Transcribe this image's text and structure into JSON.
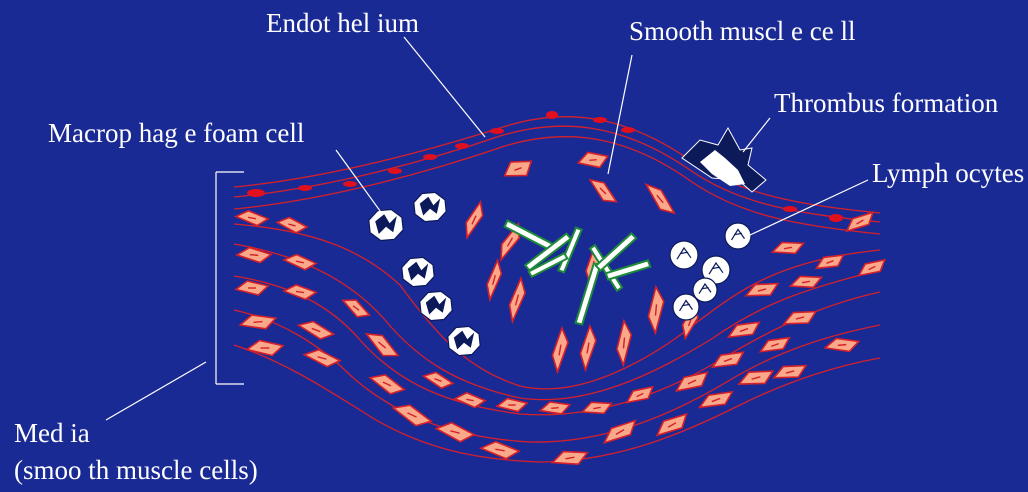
{
  "labels": {
    "endothelium": "Endot hel ium",
    "smooth_muscle_cell": "Smooth muscl e ce ll",
    "thrombus_formation": "Thrombus formation",
    "macrophage_foam_cell": "Macrop hag e foam cell",
    "lymphocytes": "Lymph ocytes",
    "media_line1": "Med ia",
    "media_line2": "(smoo th muscle cells)"
  },
  "colors": {
    "background": "#1a2a94",
    "label_text": "#ffffff",
    "smooth_muscle_fill": "#f9a98a",
    "tissue_line": "#d5202a",
    "endothelial_nucleus": "#e0101e",
    "thrombus": "#0c1a5a",
    "foam_cell": "#ffffff"
  }
}
